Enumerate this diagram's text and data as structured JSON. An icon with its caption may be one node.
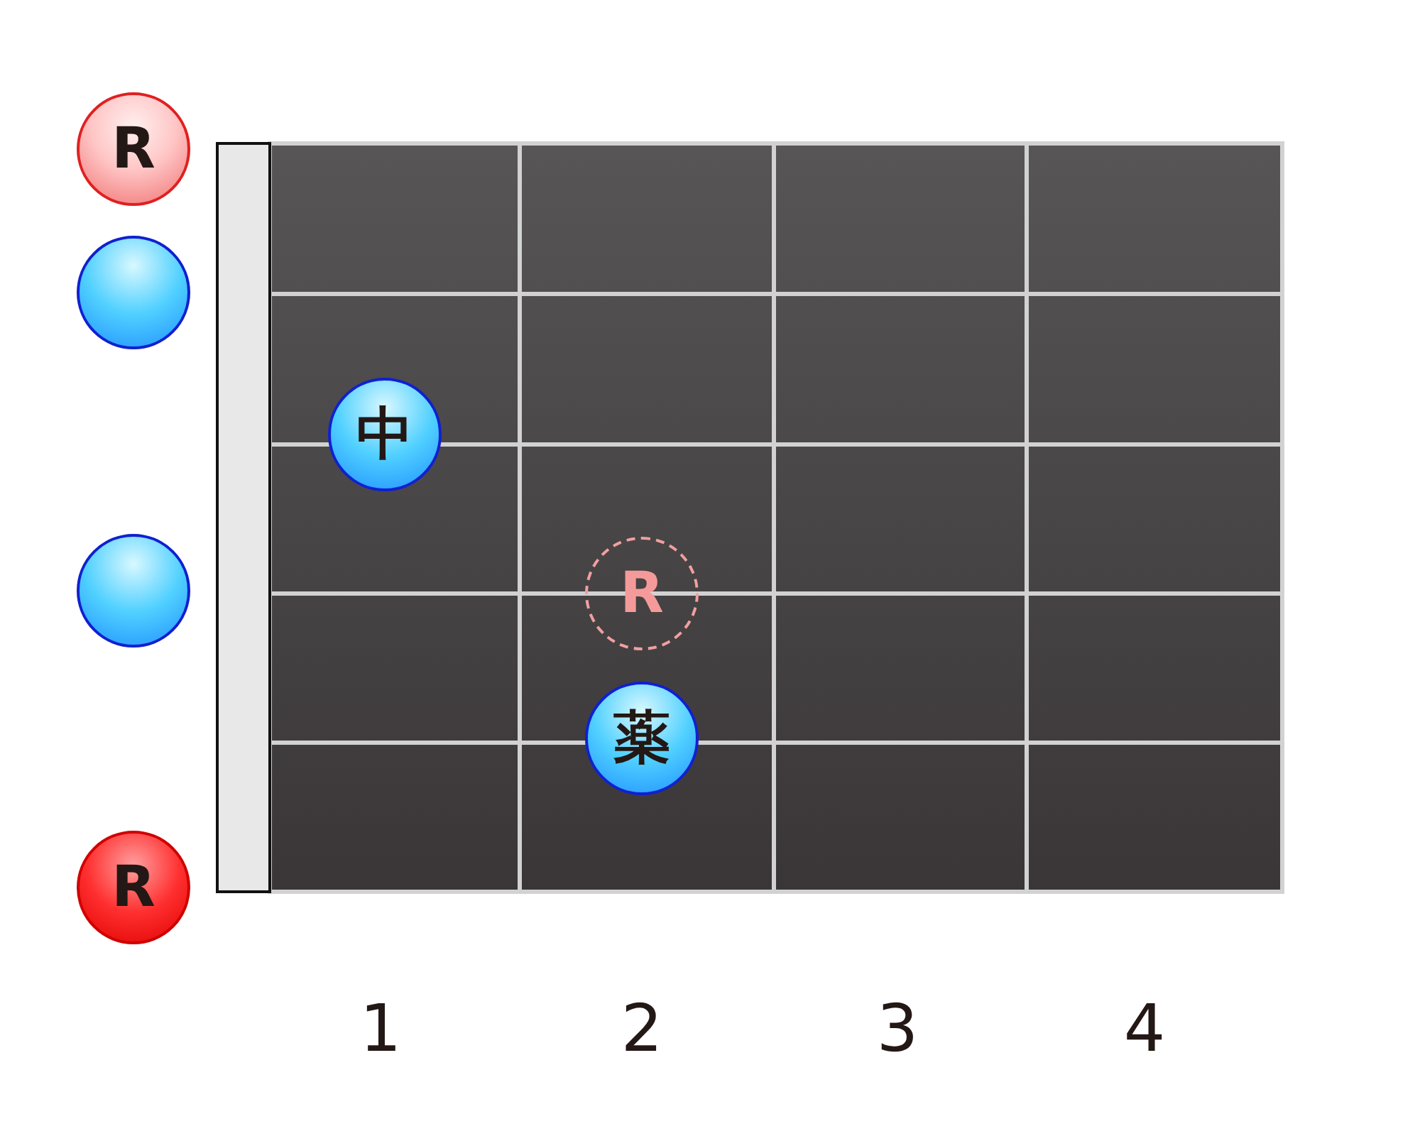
{
  "diagram": {
    "nodes": [
      {
        "text": [
          "R"
        ]
      },
      {
        "text": [],
        "shape": "circle"
      },
      {
        "text": [
          "中"
        ]
      },
      {
        "text": [],
        "shape": "circle"
      },
      {
        "text": [
          "R"
        ]
      },
      {
        "text": [
          "薬"
        ]
      },
      {
        "text": [
          "R"
        ]
      }
    ],
    "labels": [
      "1",
      "2",
      "3",
      "4"
    ]
  }
}
